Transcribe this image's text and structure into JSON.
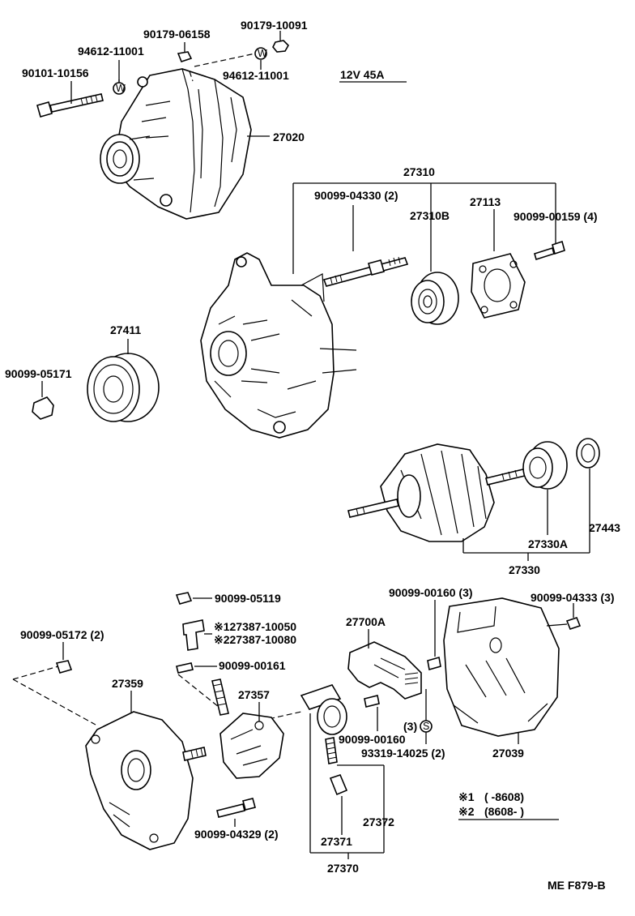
{
  "diagram": {
    "spec": "12V 45A",
    "figure_code": "ME F879-B",
    "legend": {
      "line1": {
        "mark": "※1",
        "range": "(        -8608)"
      },
      "line2": {
        "mark": "※2",
        "range": "(8608-          )"
      }
    },
    "parts": {
      "p90179_06158": "90179-06158",
      "p90179_10091": "90179-10091",
      "p94612_11001_a": "94612-11001",
      "p94612_11001_b": "94612-11001",
      "p90101_10156": "90101-10156",
      "p27020": "27020",
      "p27310": "27310",
      "p90099_04330": "90099-04330 (2)",
      "p27310B": "27310B",
      "p27113": "27113",
      "p90099_00159": "90099-00159 (4)",
      "p27411": "27411",
      "p90099_05171": "90099-05171",
      "p27443": "27443",
      "p27330A": "27330A",
      "p27330": "27330",
      "p90099_05119": "90099-05119",
      "p27387_10050": "※127387-10050",
      "p27387_10080": "※227387-10080",
      "p90099_05172": "90099-05172 (2)",
      "p90099_00161": "90099-00161",
      "p90099_00160a": "90099-00160 (3)",
      "p90099_04333": "90099-04333 (3)",
      "p27700A": "27700A",
      "p27359": "27359",
      "p27357": "27357",
      "p90099_00160b": "90099-00160",
      "p_count3": "(3)",
      "p93319_14025": "93319-14025 (2)",
      "p27039": "27039",
      "p90099_04329": "90099-04329 (2)",
      "p27371": "27371",
      "p27372": "27372",
      "p27370": "27370"
    },
    "washer_marks": {
      "w": "W",
      "s": "S"
    }
  }
}
